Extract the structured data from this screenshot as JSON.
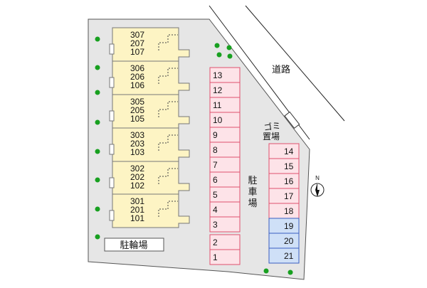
{
  "map": {
    "road_label": "道路",
    "garbage_label_line1": "ゴミ",
    "garbage_label_line2": "置場",
    "parking_label_chars": [
      "駐",
      "車",
      "場"
    ],
    "bike_parking_label": "駐輪場",
    "north_label": "N"
  },
  "buildings": [
    {
      "rooms": [
        "307",
        "207",
        "107"
      ]
    },
    {
      "rooms": [
        "306",
        "206",
        "106"
      ]
    },
    {
      "rooms": [
        "305",
        "205",
        "105"
      ]
    },
    {
      "rooms": [
        "303",
        "203",
        "103"
      ]
    },
    {
      "rooms": [
        "302",
        "202",
        "102"
      ]
    },
    {
      "rooms": [
        "301",
        "201",
        "101"
      ]
    }
  ],
  "parking": {
    "left_column_top": [
      "13",
      "12",
      "11",
      "10",
      "9",
      "8",
      "7",
      "6",
      "5",
      "4",
      "3"
    ],
    "left_column_bottom": [
      "2",
      "1"
    ],
    "right_column": [
      {
        "label": "14",
        "kind": "pink"
      },
      {
        "label": "15",
        "kind": "pink"
      },
      {
        "label": "16",
        "kind": "pink"
      },
      {
        "label": "17",
        "kind": "pink"
      },
      {
        "label": "18",
        "kind": "pink"
      },
      {
        "label": "19",
        "kind": "blue"
      },
      {
        "label": "20",
        "kind": "blue"
      },
      {
        "label": "21",
        "kind": "blue"
      }
    ]
  },
  "colors": {
    "lot_fill": "#e6e6e6",
    "building_fill": "#fdf4c4",
    "building_stroke": "#777777",
    "parking_pink_fill": "#fde3e8",
    "parking_pink_stroke": "#e0506e",
    "parking_blue_fill": "#cfe0f7",
    "parking_blue_stroke": "#3a5ec0",
    "tree": "#18a020"
  },
  "icons": {
    "north": "north-arrow-icon",
    "tree": "tree-icon"
  }
}
